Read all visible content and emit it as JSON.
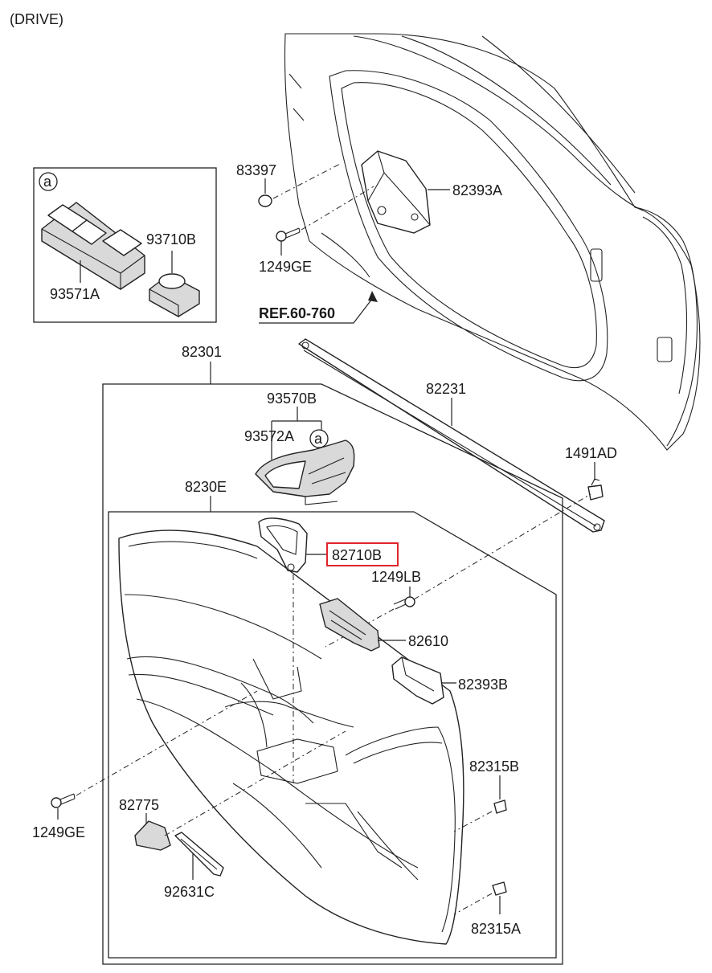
{
  "header": {
    "title": "(DRIVE)"
  },
  "inset": {
    "circle_label": "a"
  },
  "callouts": {
    "p83397": "83397",
    "p82393A": "82393A",
    "p1249GE_top": "1249GE",
    "ref": "REF.60-760",
    "p93710B": "93710B",
    "p93571A": "93571A",
    "p82301": "82301",
    "p82231": "82231",
    "p93570B": "93570B",
    "p93572A": "93572A",
    "p93572A_circle": "a",
    "p1491AD": "1491AD",
    "p8230E": "8230E",
    "p82710B": "82710B",
    "p1249LB": "1249LB",
    "p82610": "82610",
    "p82393B": "82393B",
    "p82315B": "82315B",
    "p82775": "82775",
    "p1249GE_bottom": "1249GE",
    "p92631C": "92631C",
    "p82315A": "82315A"
  },
  "highlight": {
    "part": "82710B",
    "color": "#e0242a"
  }
}
